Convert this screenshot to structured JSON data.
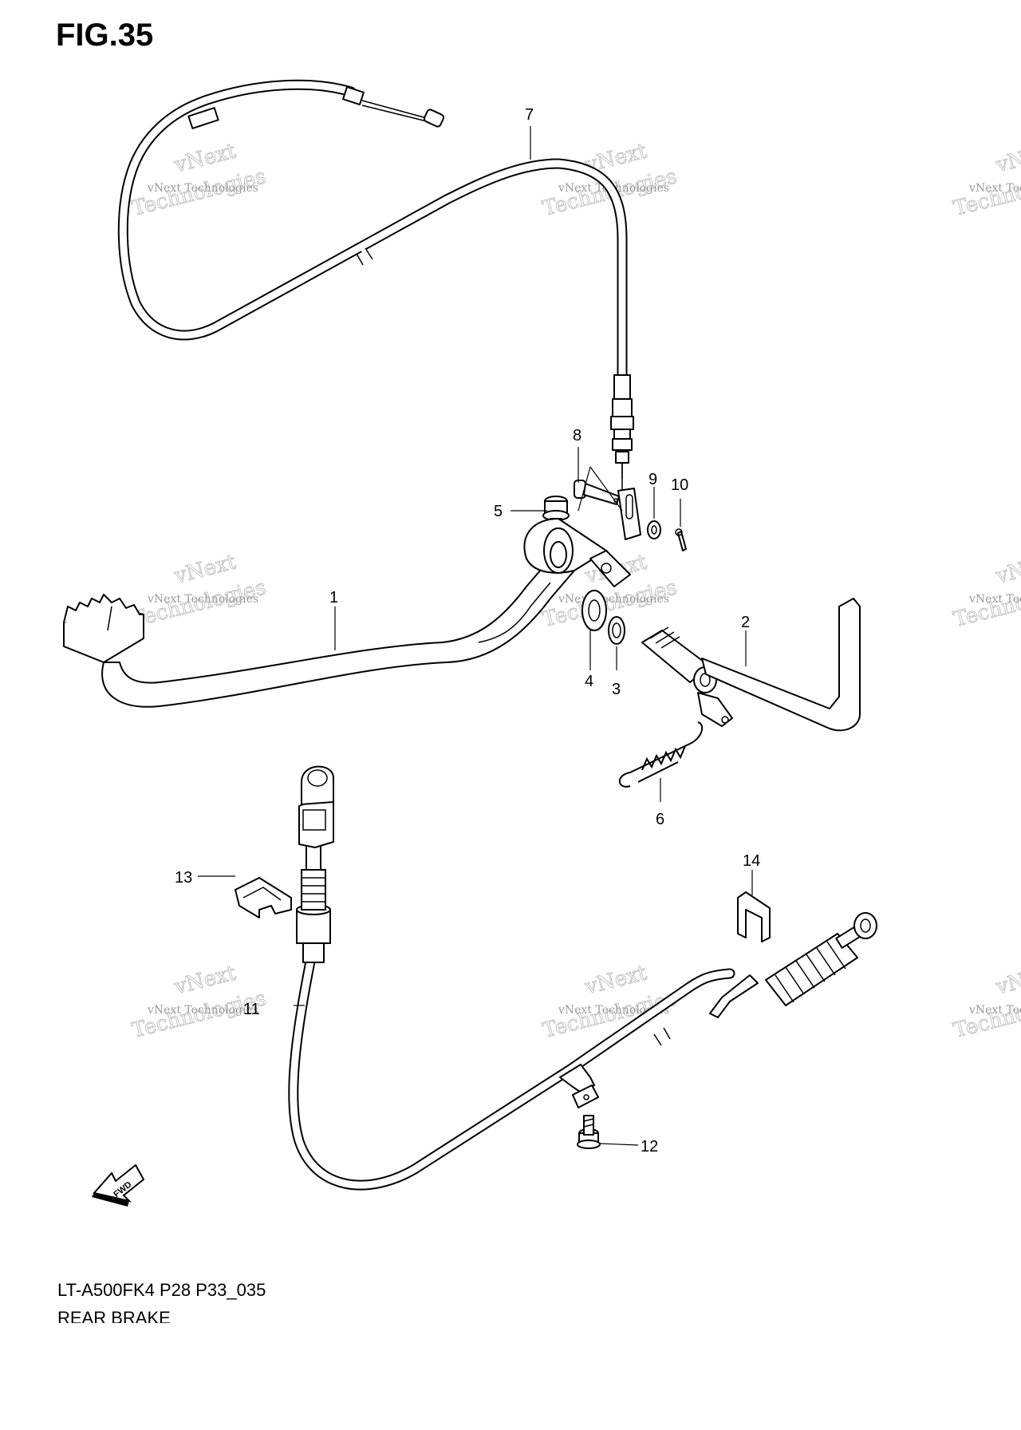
{
  "header": {
    "figure_title": "FIG.35"
  },
  "footer": {
    "model_code": "LT-A500FK4 P28 P33_035",
    "section_name": "REAR BRAKE"
  },
  "watermark": {
    "company": "vNext Technologies",
    "line1": "vNext",
    "line2": "Technologies"
  },
  "fwd_arrow": {
    "label": "FWD"
  },
  "callouts": [
    {
      "id": "1",
      "part": "brake pedal"
    },
    {
      "id": "2",
      "part": "brake arm"
    },
    {
      "id": "3",
      "part": "ring"
    },
    {
      "id": "4",
      "part": "washer"
    },
    {
      "id": "5",
      "part": "bolt"
    },
    {
      "id": "6",
      "part": "return spring"
    },
    {
      "id": "7",
      "part": "brake cable"
    },
    {
      "id": "8",
      "part": "pin"
    },
    {
      "id": "9",
      "part": "washer"
    },
    {
      "id": "10",
      "part": "cotter pin"
    },
    {
      "id": "11",
      "part": "parking brake cable"
    },
    {
      "id": "12",
      "part": "bolt"
    },
    {
      "id": "13",
      "part": "clip"
    },
    {
      "id": "14",
      "part": "clamp"
    }
  ]
}
